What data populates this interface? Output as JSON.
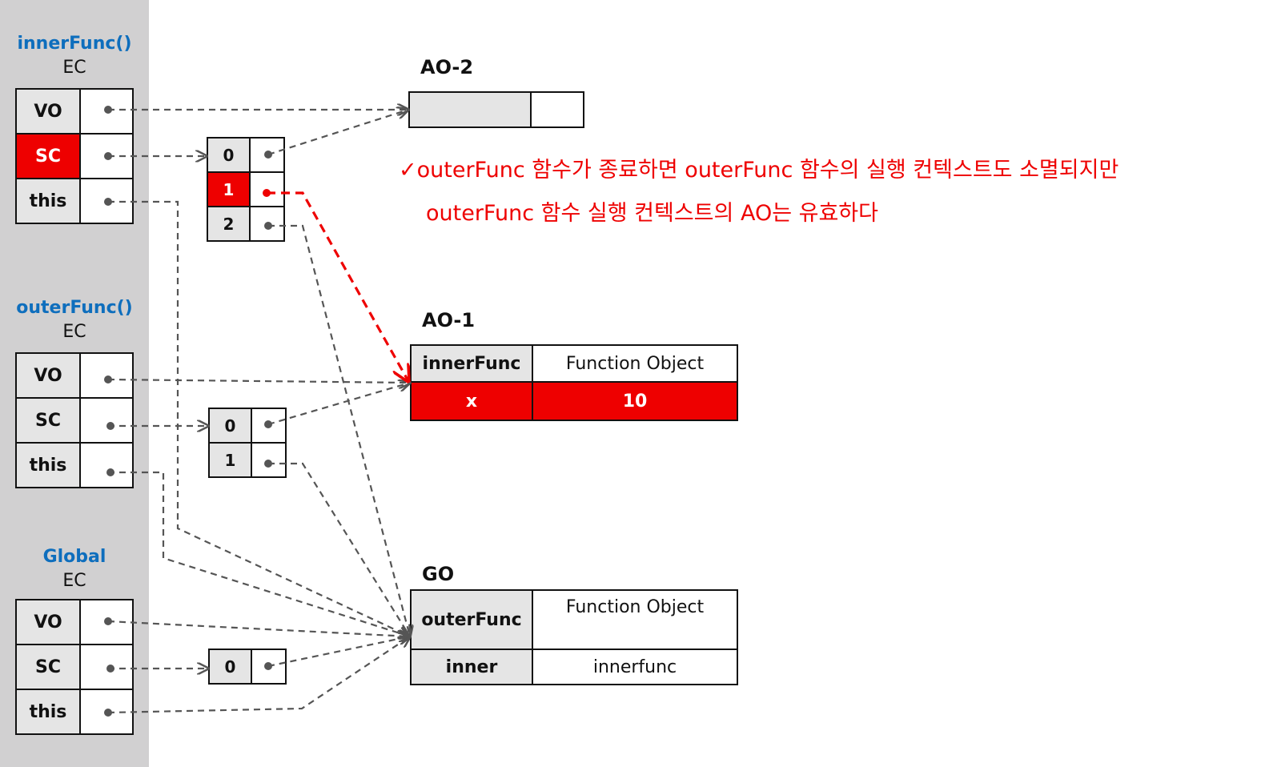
{
  "colors": {
    "accent_blue": "#0e6ebd",
    "highlight_red": "#ee0000",
    "cell_gray": "#e5e5e5",
    "stack_gray": "#d1d0d1"
  },
  "stack": {
    "inner": {
      "fn": "innerFunc()",
      "ec": "EC",
      "rows": [
        "VO",
        "SC",
        "this"
      ]
    },
    "outer": {
      "fn": "outerFunc()",
      "ec": "EC",
      "rows": [
        "VO",
        "SC",
        "this"
      ]
    },
    "global": {
      "fn": "Global",
      "ec": "EC",
      "rows": [
        "VO",
        "SC",
        "this"
      ]
    }
  },
  "scope_chains": {
    "inner": [
      "0",
      "1",
      "2"
    ],
    "outer": [
      "0",
      "1"
    ],
    "global": [
      "0"
    ]
  },
  "ao2": {
    "label": "AO-2"
  },
  "ao1": {
    "label": "AO-1",
    "rows": [
      {
        "key": "innerFunc",
        "value": "Function Object"
      },
      {
        "key": "x",
        "value": "10"
      }
    ]
  },
  "go": {
    "label": "GO",
    "rows": [
      {
        "key": "outerFunc",
        "value": "Function Object"
      },
      {
        "key": "inner",
        "value": "innerfunc"
      }
    ]
  },
  "note": {
    "line1": "✓outerFunc 함수가 종료하면 outerFunc 함수의 실행 컨텍스트도 소멸되지만",
    "line2": "outerFunc  함수 실행 컨텍스트의 AO는 유효하다"
  }
}
